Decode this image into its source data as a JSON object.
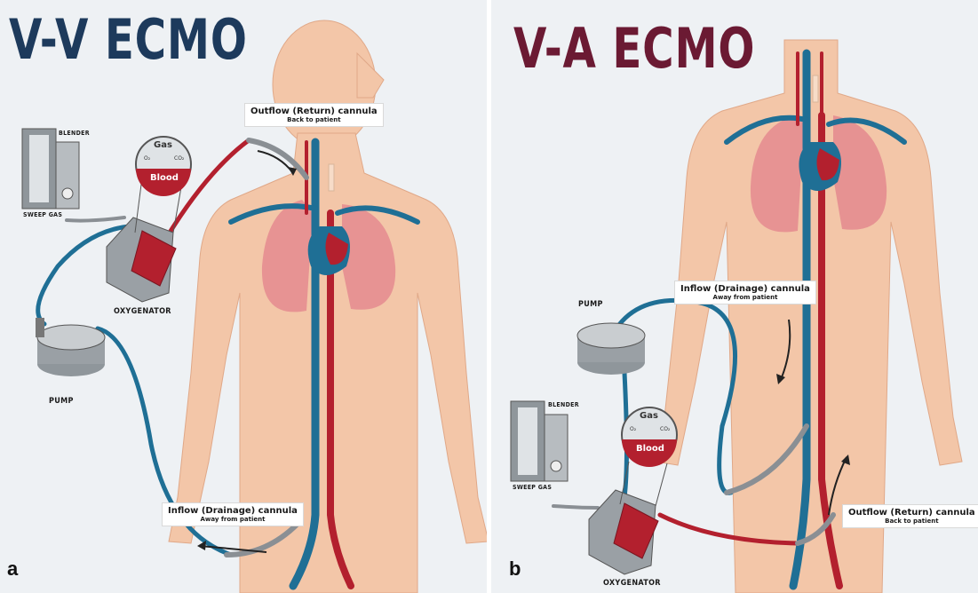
{
  "panels": {
    "a": {
      "title": "V-V ECMO",
      "letter": "a",
      "outflow": {
        "main": "Outflow (Return) cannula",
        "sub": "Back to patient"
      },
      "inflow": {
        "main": "Inflow (Drainage) cannula",
        "sub": "Away from patient"
      },
      "blender": "Blender",
      "sweep_gas": "Sweep Gas",
      "oxygenator": "Oxygenator",
      "pump": "Pump",
      "gas": "Gas",
      "blood": "Blood",
      "o2": "O₂",
      "co2": "CO₂"
    },
    "b": {
      "title": "V-A ECMO",
      "letter": "b",
      "inflow": {
        "main": "Inflow (Drainage) cannula",
        "sub": "Away from patient"
      },
      "outflow": {
        "main": "Outflow (Return) cannula",
        "sub": "Back to patient"
      },
      "blender": "Blender",
      "sweep_gas": "Sweep Gas",
      "oxygenator": "Oxygenator",
      "pump": "Pump",
      "gas": "Gas",
      "blood": "Blood",
      "o2": "O₂",
      "co2": "CO₂"
    }
  },
  "colors": {
    "title_a": "#1d3a5c",
    "title_b": "#6b1a33",
    "skin": "#f3c6a8",
    "vein": "#1f6f95",
    "artery": "#b3202e",
    "lung": "#e48a8f",
    "background": "#eef1f4"
  }
}
